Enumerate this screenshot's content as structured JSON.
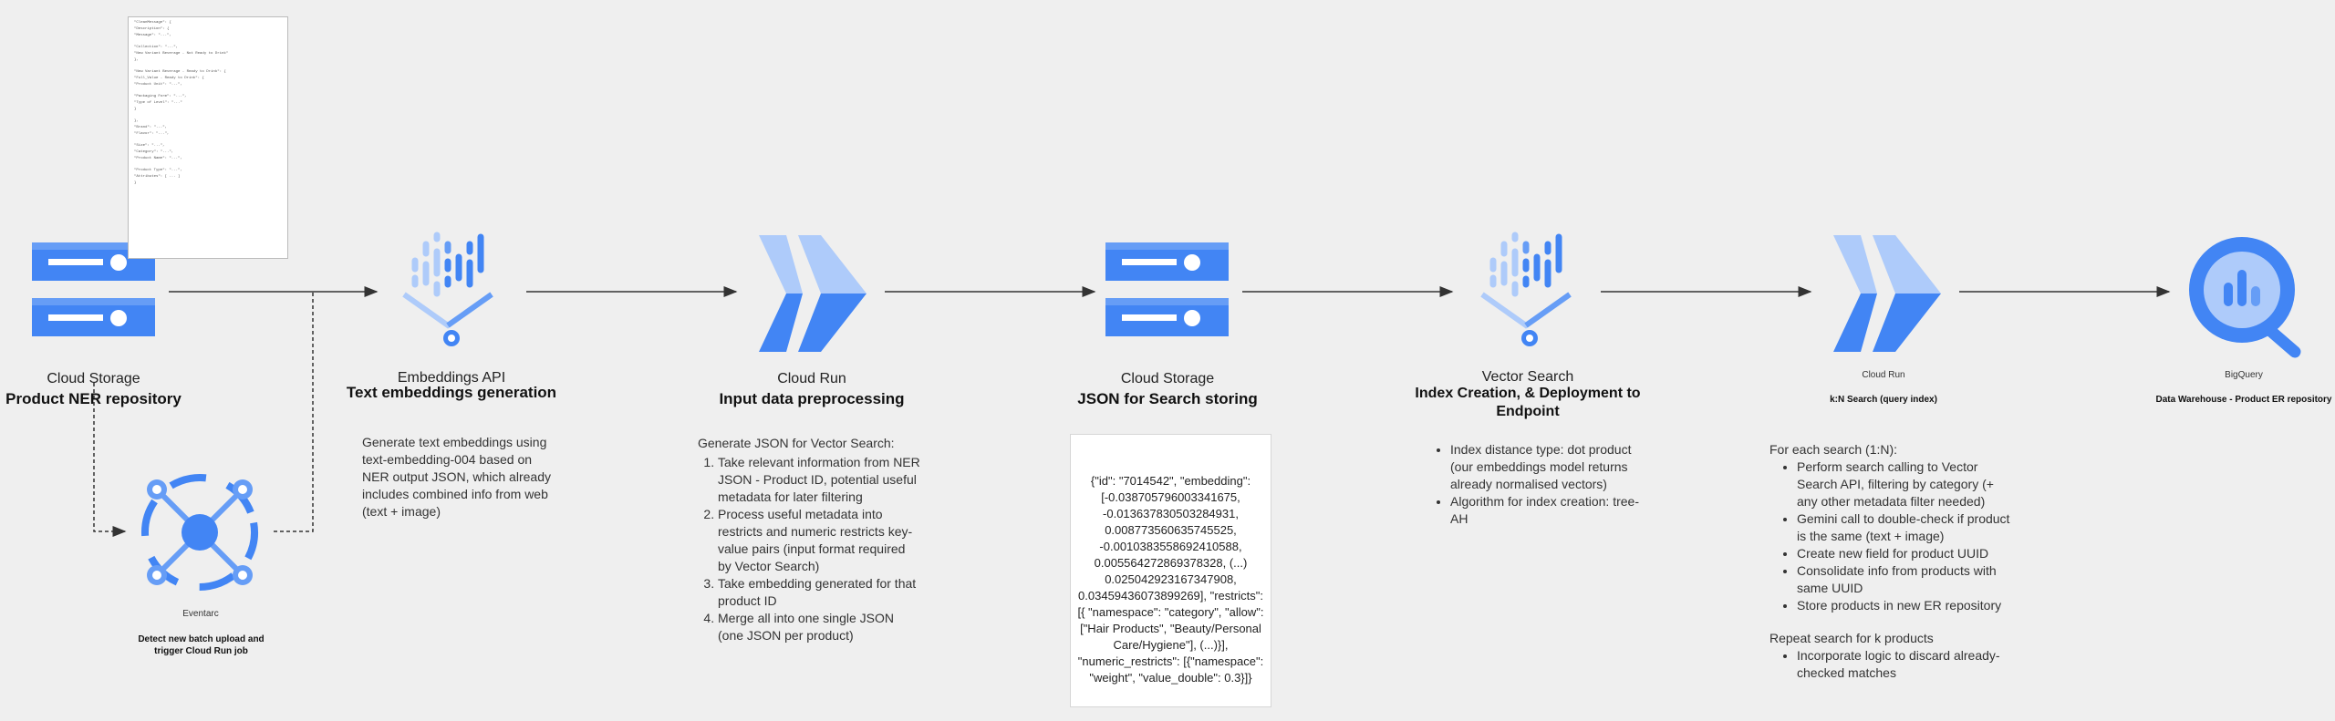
{
  "colors": {
    "blue_dark": "#4285f4",
    "blue_light": "#aecbfa",
    "blue_mid": "#669df6",
    "arrow": "#333333",
    "background": "#efefef"
  },
  "nodes": {
    "storage_ner": {
      "icon": "cloud-storage-icon",
      "title": "Cloud Storage",
      "subtitle": "Product NER repository"
    },
    "eventarc": {
      "icon": "eventarc-icon",
      "title": "Eventarc",
      "subtitle": "Detect new batch upload and trigger Cloud Run job"
    },
    "embeddings": {
      "icon": "vertex-ai-icon",
      "title": "Embeddings API",
      "subtitle": "Text embeddings generation",
      "description": "Generate text embeddings using text-embedding-004 based on NER output JSON, which already includes combined info from web (text + image)"
    },
    "cloudrun_pre": {
      "icon": "cloud-run-icon",
      "title": "Cloud Run",
      "subtitle": "Input data preprocessing",
      "intro": "Generate JSON for Vector Search:",
      "steps": [
        "Take relevant information from NER JSON - Product ID, potential useful metadata for later filtering",
        "Process useful metadata into restricts and numeric restricts key-value pairs (input format required by Vector Search)",
        "Take embedding generated for that product ID",
        "Merge all into one single JSON (one JSON per product)"
      ]
    },
    "storage_json": {
      "icon": "cloud-storage-icon",
      "title": "Cloud Storage",
      "subtitle": "JSON for Search storing",
      "json_sample": "{\"id\": \"7014542\", \"embedding\": [-0.038705796003341675, -0.013637830503284931, 0.008773560635745525, -0.0010383558692410588, 0.005564272869378328, (...) 0.025042923167347908, 0.03459436073899269], \"restricts\": [{ \"namespace\": \"category\", \"allow\": [\"Hair Products\", \"Beauty/Personal Care/Hygiene\"], (...)}], \"numeric_restricts\": [{\"namespace\": \"weight\", \"value_double\": 0.3}]}"
    },
    "vector_search": {
      "icon": "vertex-ai-icon",
      "title": "Vector Search",
      "subtitle": "Index Creation, & Deployment to Endpoint",
      "bullets": [
        "Index distance type: dot product (our embeddings model returns already normalised vectors)",
        "Algorithm for index creation: tree-AH"
      ]
    },
    "cloudrun_search": {
      "icon": "cloud-run-icon",
      "title": "Cloud Run",
      "subtitle": "k:N  Search (query index)",
      "intro": "For each search (1:N):",
      "bullets": [
        "Perform search calling to Vector Search API, filtering by category (+ any other metadata filter needed)",
        "Gemini call to double-check if product is the same (text + image)",
        "Create new field for product UUID",
        "Consolidate info from products with same UUID",
        "Store products in new ER repository"
      ],
      "repeat": "Repeat search for k products",
      "repeat_bullets": [
        "Incorporate logic to discard already-checked matches"
      ]
    },
    "bigquery": {
      "icon": "bigquery-icon",
      "title": "BigQuery",
      "subtitle": "Data Warehouse - Product ER repository"
    }
  },
  "json_thumbnail": {
    "lines": [
      "\"CleanMessage\": {",
      "   \"Description\": {",
      "      \"Message\": \"...\",",
      "         \"Collection\": \"...\",",
      "      \"New Variant Beverage - Not Ready to Drink\"",
      "   },",
      "   \"New Variant Beverage - Ready to Drink\": {",
      "      \"Full_Value - Ready to Drink\": {",
      "         \"Product Unit\": \"...\",",
      "         \"Packaging Form\": \"...\",",
      "      \"Type of Level\": \"...\"",
      "   }",
      "},",
      "\"Brand\": \"...\",",
      "\"Flavor\": \"...\",",
      "\"Size\": \"...\",",
      "\"Category\": \"...\",",
      "\"Product Name\": \"...\",",
      "\"Product Type\": \"...\",",
      "\"Attributes\": [ ... ]",
      "}"
    ]
  }
}
